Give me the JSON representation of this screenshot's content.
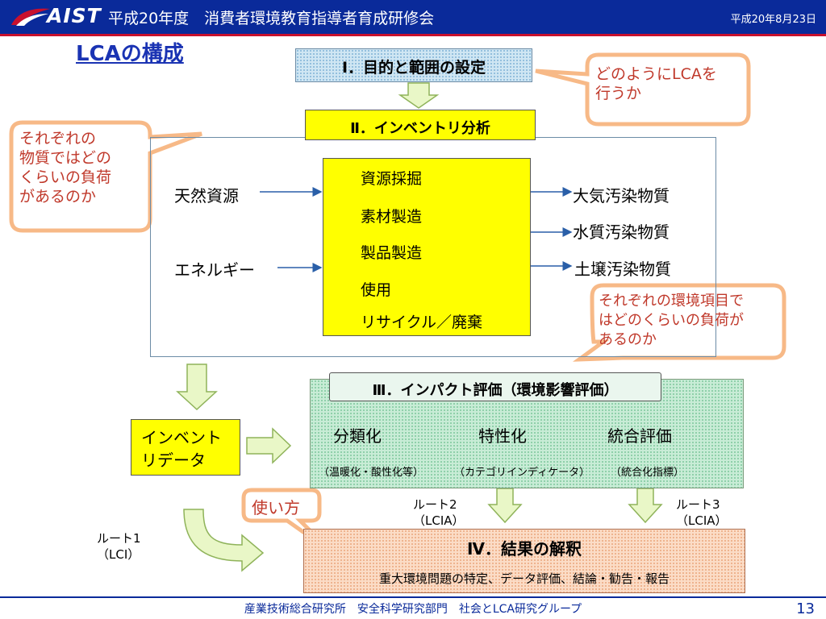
{
  "header": {
    "logo_text": "AIST",
    "title": "平成20年度　消費者環境教育指導者育成研修会",
    "date": "平成20年8月23日",
    "brand_color": "#0a2a9a",
    "rule_color": "#c8102e"
  },
  "page_title": "LCAの構成",
  "stage1": {
    "label": "Ⅰ．目的と範囲の設定"
  },
  "callout_how": {
    "line1": "どのようにLCAを",
    "line2": "行うか"
  },
  "stage2": {
    "label": "Ⅱ．インベントリ分析"
  },
  "callout_amount": {
    "lines": [
      "それぞれの",
      "物質ではどの",
      "くらいの負荷",
      "があるのか"
    ]
  },
  "inputs": [
    "天然資源",
    "エネルギー"
  ],
  "processes": [
    "資源採掘",
    "素材製造",
    "製品製造",
    "使用",
    "リサイクル／廃棄"
  ],
  "outputs": [
    "大気汚染物質",
    "水質汚染物質",
    "土壌汚染物質"
  ],
  "callout_env": {
    "lines": [
      "それぞれの環境項目で",
      "はどのくらいの負荷が",
      "あるのか"
    ]
  },
  "stage3": {
    "label": "Ⅲ．インパクト評価（環境影響評価）",
    "steps": [
      "分類化",
      "特性化",
      "統合評価"
    ],
    "step_notes": [
      "（温暖化・酸性化等）",
      "（カテゴリインディケータ）",
      "（統合化指標）"
    ]
  },
  "inventory_data": {
    "line1": "インベント",
    "line2": "リデータ"
  },
  "usage_label": "使い方",
  "routes": {
    "route1": {
      "line1": "ルート1",
      "line2": "（LCI）"
    },
    "route2": {
      "line1": "ルート2",
      "line2": "（LCIA）"
    },
    "route3": {
      "line1": "ルート3",
      "line2": "（LCIA）"
    }
  },
  "stage4": {
    "label": "Ⅳ．結果の解釈",
    "subtitle": "重大環境問題の特定、データ評価、結論・勧告・報告"
  },
  "footer": {
    "text": "産業技術総合研究所　安全科学研究部門　社会とLCA研究グループ",
    "page_number": "13"
  },
  "colors": {
    "process_yellow": "#ffff00",
    "callout_border": "#f7b987",
    "callout_text": "#c0392b",
    "arrow_fill": "#e9f7c7",
    "arrow_stroke": "#8fb35a",
    "flow_arrow": "#2a5fa8"
  }
}
